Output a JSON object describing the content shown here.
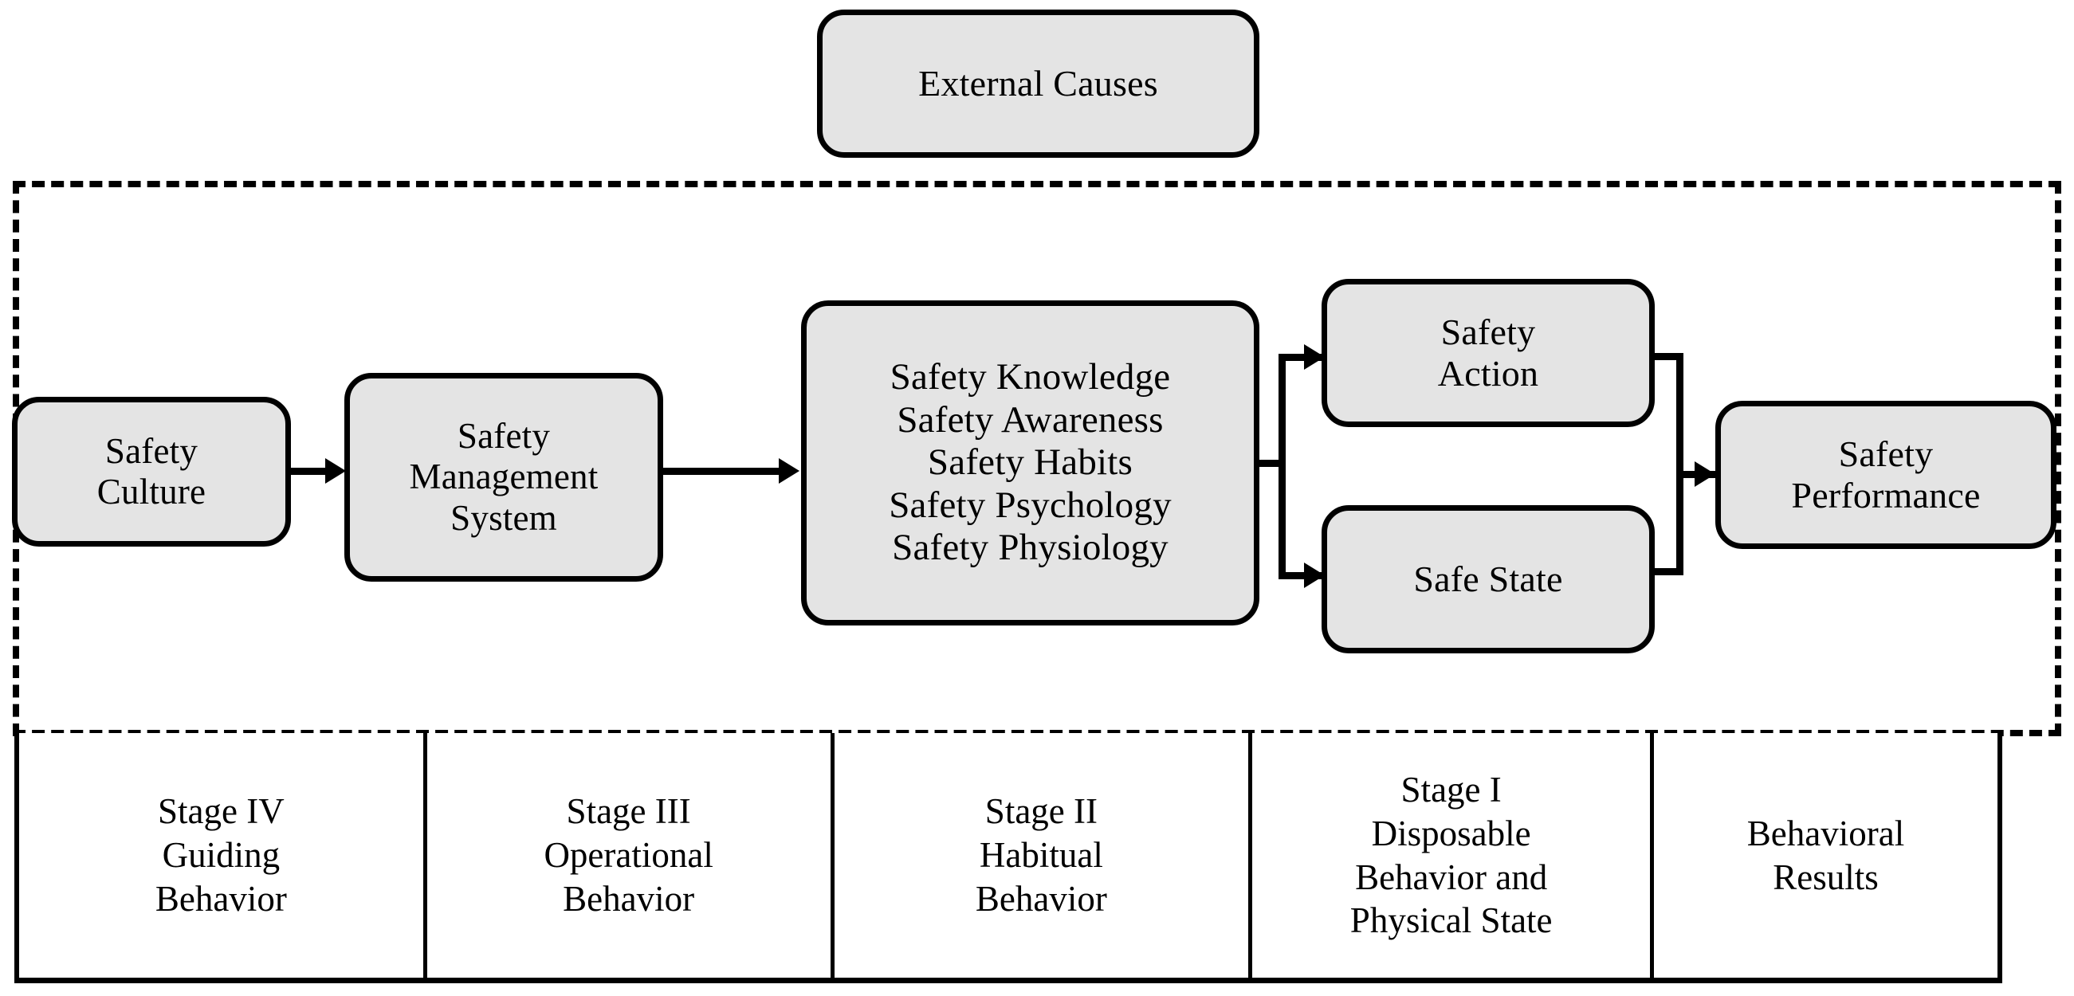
{
  "diagram": {
    "title_box": {
      "label": "External Causes"
    },
    "nodes": [
      {
        "id": "safety-culture",
        "lines": [
          "Safety",
          "Culture"
        ]
      },
      {
        "id": "safety-management-system",
        "lines": [
          "Safety",
          "Management",
          "System"
        ]
      },
      {
        "id": "safety-factors",
        "lines": [
          "Safety Knowledge",
          "Safety Awareness",
          "Safety Habits",
          "Safety Psychology",
          "Safety Physiology"
        ]
      },
      {
        "id": "safety-action",
        "lines": [
          "Safety",
          "Action"
        ]
      },
      {
        "id": "safe-state",
        "lines": [
          "Safe State"
        ]
      },
      {
        "id": "safety-performance",
        "lines": [
          "Safety",
          "Performance"
        ]
      }
    ],
    "stages": [
      {
        "id": "stage-4",
        "lines": [
          "Stage IV",
          "Guiding",
          "Behavior"
        ]
      },
      {
        "id": "stage-3",
        "lines": [
          "Stage III",
          "Operational",
          "Behavior"
        ]
      },
      {
        "id": "stage-2",
        "lines": [
          "Stage II",
          "Habitual",
          "Behavior"
        ]
      },
      {
        "id": "stage-1",
        "lines": [
          "Stage I",
          "Disposable",
          "Behavior and",
          "Physical State"
        ]
      },
      {
        "id": "results",
        "lines": [
          "Behavioral",
          "Results"
        ]
      }
    ],
    "colors": {
      "node_fill": "#e4e4e4",
      "stroke": "#000000",
      "background": "#ffffff"
    }
  }
}
